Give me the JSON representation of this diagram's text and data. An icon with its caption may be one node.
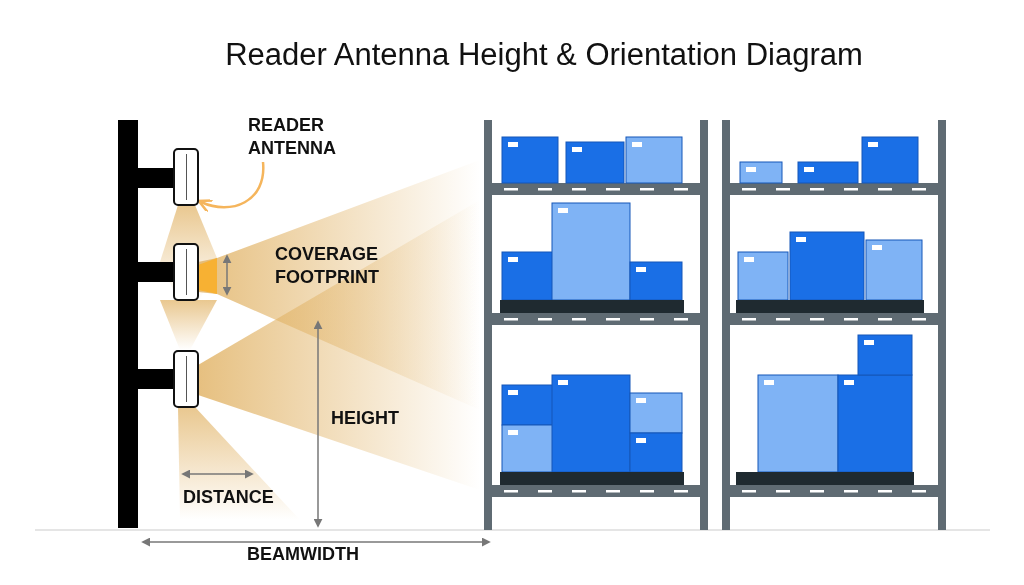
{
  "diagram": {
    "title": "Reader Antenna Height & Orientation Diagram",
    "nodes": [
      {
        "text": [
          "READER ANTENNA"
        ]
      },
      {
        "text": [],
        "shape": "box"
      },
      {
        "text": [],
        "shape": "box"
      },
      {
        "text": [],
        "shape": "box"
      }
    ],
    "edges": [
      {
        "from": 0,
        "to": 1,
        "arrow": "to",
        "color": "#f5b55c"
      }
    ],
    "labels": [
      "COVERAGE FOOTPRINT",
      "HEIGHT",
      "DISTANCE",
      "BEAMWIDTH"
    ]
  }
}
